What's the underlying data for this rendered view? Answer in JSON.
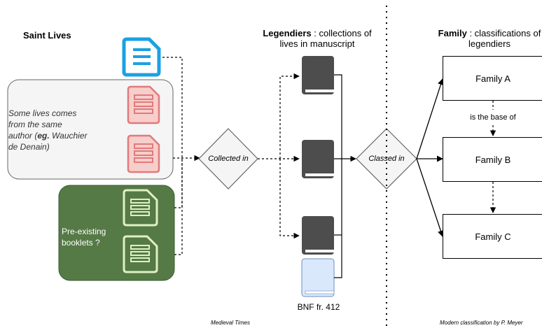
{
  "titles": {
    "saint_lives": "Saint Lives",
    "legendiers_bold": "Legendiers",
    "legendiers_rest": " : collections of",
    "legendiers_line2": "lives in manuscript",
    "family_bold": "Family",
    "family_rest": " : classifications of",
    "family_line2": "legendiers"
  },
  "gray_box": {
    "line1": "Some lives comes",
    "line2": "from the same",
    "line3_pre": "author (",
    "line3_bold": "eg.",
    "line3_post": " Wauchier",
    "line4": "de Denain)"
  },
  "green_box": {
    "line1": "Pre-existing",
    "line2": "booklets ?"
  },
  "diamonds": {
    "collected": "Collected in",
    "classed": "Classed in"
  },
  "families": {
    "a": "Family A",
    "b": "Family B",
    "c": "Family C",
    "relation": "is the base of"
  },
  "manuscript_label": "BNF fr. 412",
  "footer": {
    "left": "Medieval Times",
    "right": "Modern classification by P. Meyer"
  },
  "colors": {
    "doc_blue": "#1ba1e2",
    "doc_red": "#e07b7b",
    "doc_red_fill": "#f8cecc",
    "doc_green_stroke": "#e0f0c0",
    "green_box_fill": "#557a46",
    "gray_box_fill": "#f5f5f5",
    "book_dark": "#4d4d4d",
    "book_blue": "#dae8fc"
  }
}
